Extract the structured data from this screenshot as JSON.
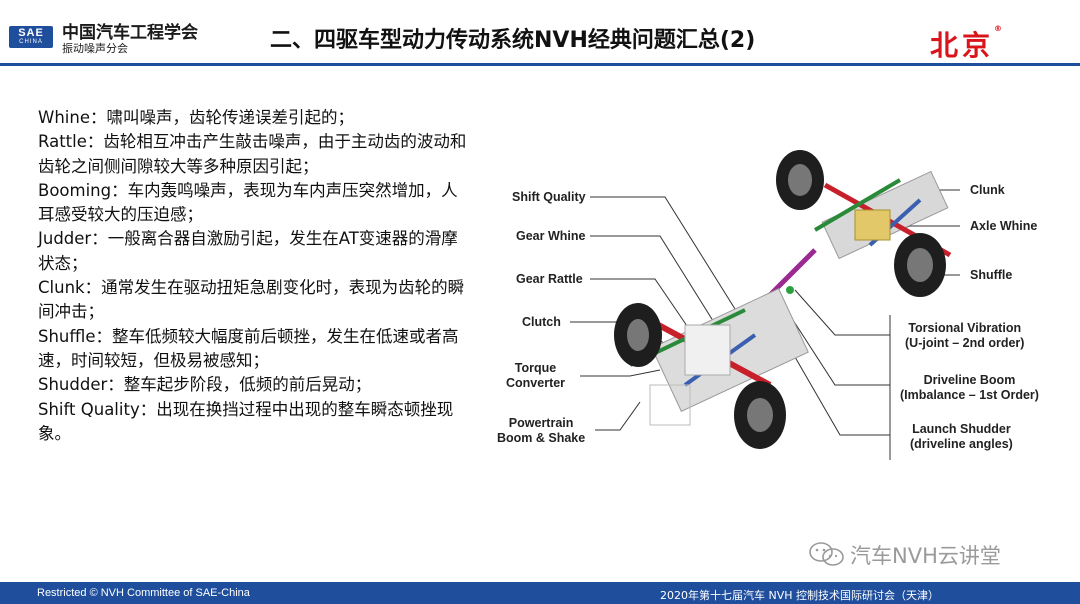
{
  "header": {
    "logo_text": "SAE",
    "logo_subtext": "CHINA",
    "org_name": "中国汽车工程学会",
    "org_sub": "振动噪声分会",
    "title": "二、四驱车型动力传动系统NVH经典问题汇总(2)",
    "brand": "北京",
    "brand_mark": "®"
  },
  "body_text": [
    "Whine：啸叫噪声，齿轮传递误差引起的；",
    "Rattle：齿轮相互冲击产生敲击噪声，由于主动齿的波动和齿轮之间侧间隙较大等多种原因引起；",
    "Booming：车内轰鸣噪声，表现为车内声压突然增加，人耳感受较大的压迫感；",
    "Judder：一般离合器自激励引起，发生在AT变速器的滑摩状态；",
    "Clunk：通常发生在驱动扭矩急剧变化时，表现为齿轮的瞬间冲击；",
    "Shuffle：整车低频较大幅度前后顿挫，发生在低速或者高速，时间较短，但极易被感知；",
    "Shudder：整车起步阶段，低频的前后晃动；",
    "Shift Quality：出现在换挡过程中出现的整车瞬态顿挫现象。"
  ],
  "diagram": {
    "left_labels": [
      "Shift Quality",
      "Gear Whine",
      "Gear Rattle",
      "Clutch",
      "Torque\nConverter",
      "Powertrain\nBoom & Shake"
    ],
    "right_labels": [
      "Clunk",
      "Axle Whine",
      "Shuffle",
      "Torsional Vibration\n(U-joint – 2nd order)",
      "Driveline Boom\n(Imbalance – 1st Order)",
      "Launch Shudder\n(driveline angles)"
    ]
  },
  "watermark": "汽车NVH云讲堂",
  "footer": {
    "left": "Restricted © NVH Committee of SAE-China",
    "right": "2020年第十七届汽车 NVH 控制技术国际研讨会（天津）"
  },
  "colors": {
    "brand_blue": "#1f4e9c",
    "brand_red": "#d9141b"
  }
}
